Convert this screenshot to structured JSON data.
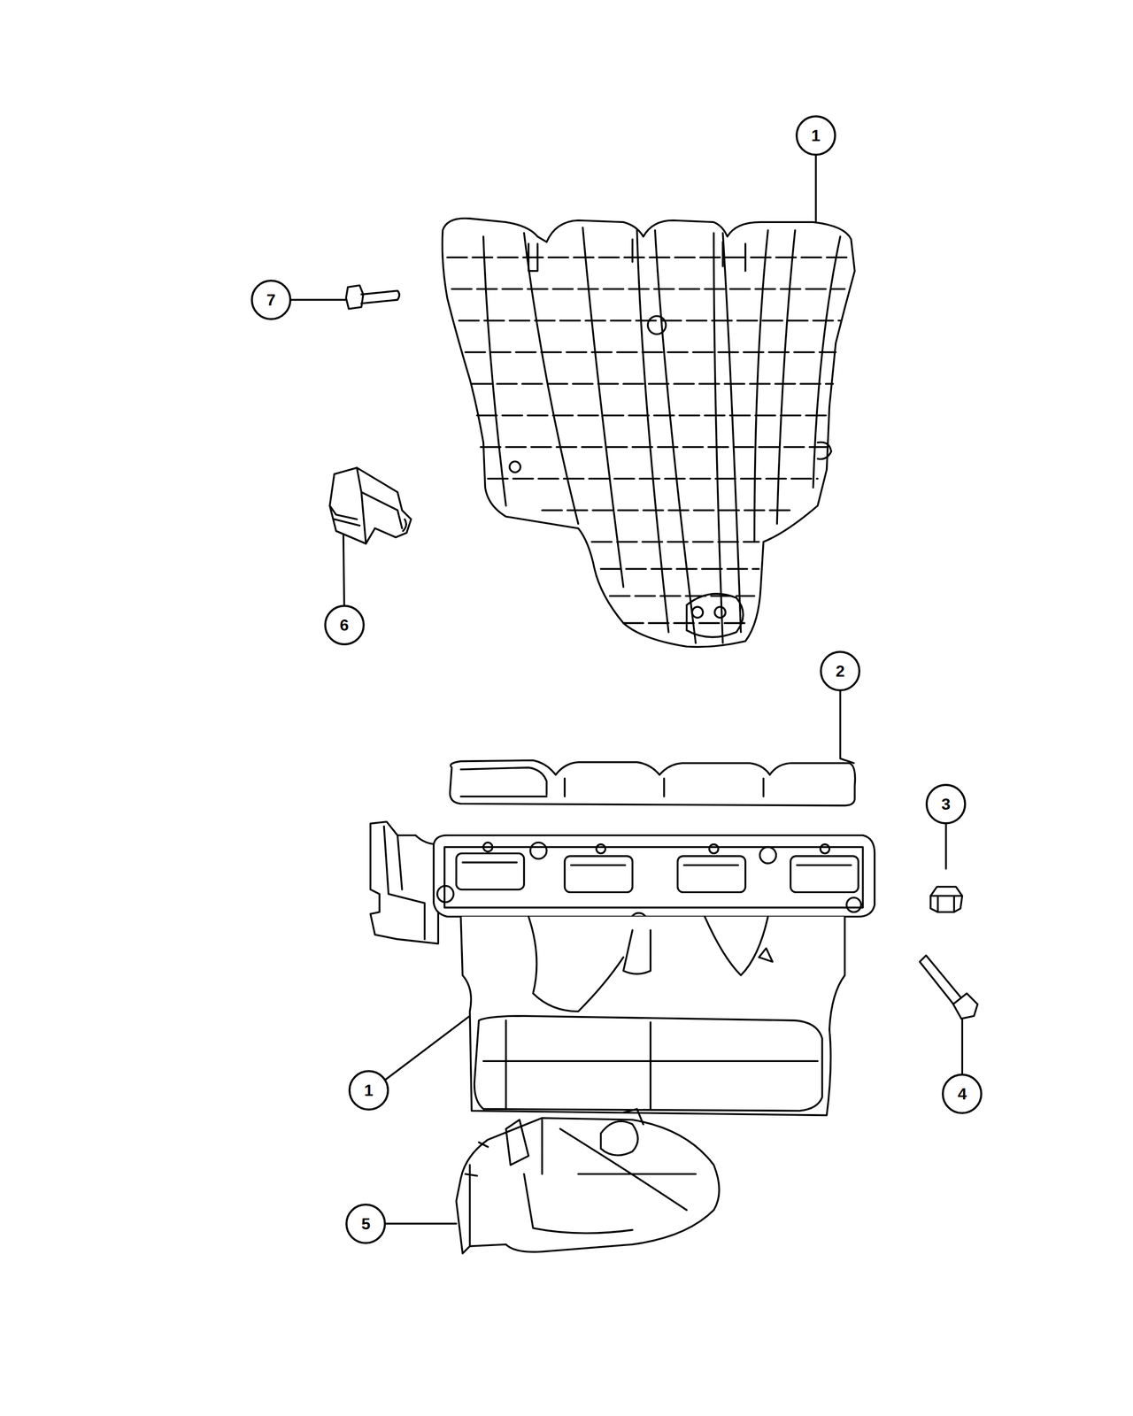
{
  "diagram": {
    "labels": [
      "1",
      "7",
      "6",
      "2",
      "3",
      "1",
      "4",
      "5"
    ]
  }
}
